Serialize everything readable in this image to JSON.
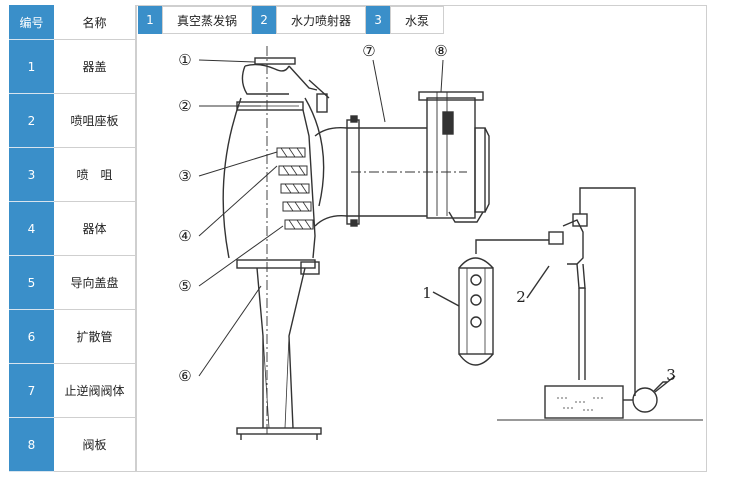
{
  "parts_table": {
    "header_no": "编号",
    "header_name": "名称",
    "rows": [
      {
        "no": "1",
        "name": "器盖"
      },
      {
        "no": "2",
        "name": "喷咀座板"
      },
      {
        "no": "3",
        "name": "喷　咀"
      },
      {
        "no": "4",
        "name": "器体"
      },
      {
        "no": "5",
        "name": "导向盖盘"
      },
      {
        "no": "6",
        "name": "扩散管"
      },
      {
        "no": "7",
        "name": "止逆阀阀体"
      },
      {
        "no": "8",
        "name": "阀板"
      }
    ]
  },
  "legend": [
    {
      "no": "1",
      "label": "真空蒸发锅"
    },
    {
      "no": "2",
      "label": "水力喷射器"
    },
    {
      "no": "3",
      "label": "水泵"
    }
  ],
  "diagram": {
    "callouts": [
      "①",
      "②",
      "③",
      "④",
      "⑤",
      "⑥",
      "⑦",
      "⑧"
    ],
    "system_labels": [
      "1",
      "2",
      "3"
    ]
  },
  "colors": {
    "accent": "#3a8fc9",
    "line": "#333333"
  }
}
